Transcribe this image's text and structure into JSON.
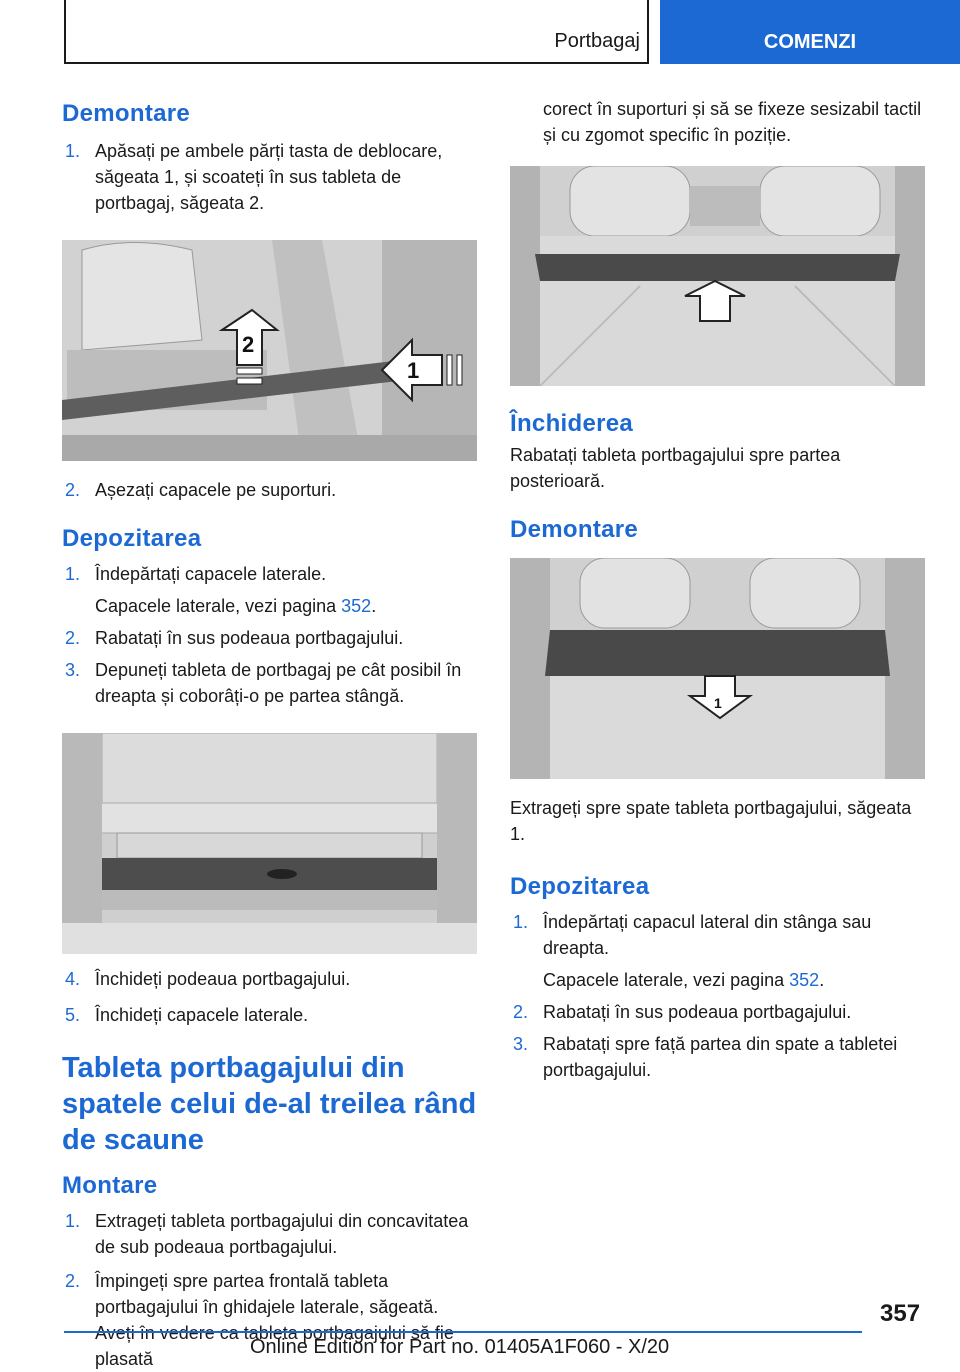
{
  "header": {
    "section": "Portbagaj",
    "tab": "COMENZI"
  },
  "left": {
    "h_demontare": "Demontare",
    "d1": "Apăsați pe ambele părți tasta de deblocare, săgeata 1, și scoateți în sus tableta de portbagaj, săgeata 2.",
    "d2": "Așezați capacele pe suporturi.",
    "h_depozitarea": "Depozitarea",
    "p1": "Îndepărtați capacele laterale.",
    "p1_sub": "Capacele laterale, vezi pagina ",
    "p1_link": "352",
    "p2": "Rabatați în sus podeaua portbagajului.",
    "p3": "Depuneți tableta de portbagaj pe cât posibil în dreapta și coborâți-o pe partea stângă.",
    "p4": "Închideți podeaua portbagajului.",
    "p5": "Închideți capacele laterale.",
    "h_tableta": "Tableta portbagajului din spatele celui de-al treilea rând de scaune",
    "h_montare": "Montare",
    "m1": "Extrageți tableta portbagajului din concavitatea de sub podeaua portbagajului.",
    "m2": "Împingeți spre partea frontală tableta portbagajului în ghidajele laterale, săgeată. Aveți în vedere ca tableta portbagajului să fie plasată"
  },
  "right": {
    "cont": "corect în suporturi și să se fixeze sesizabil tactil și cu zgomot specific în poziție.",
    "h_inchiderea": "Închiderea",
    "inch_text": "Rabatați tableta portbagajului spre partea posterioară.",
    "h_demontare": "Demontare",
    "dem_text": "Extrageți spre spate tableta portbagajului, săgeata 1.",
    "h_depozitarea": "Depozitarea",
    "r1": "Îndepărtați capacul lateral din stânga sau dreapta.",
    "r1_sub": "Capacele laterale, vezi pagina ",
    "r1_link": "352",
    "r2": "Rabatați în sus podeaua portbagajului.",
    "r3": "Rabatați spre față partea din spate a tabletei portbagajului."
  },
  "figures": {
    "fig1_label2": "2",
    "fig1_label1": "1",
    "fig4_label1": "1"
  },
  "nums": {
    "n1": "1.",
    "n2": "2.",
    "n3": "3.",
    "n4": "4.",
    "n5": "5."
  },
  "footer": {
    "page": "357",
    "edition": "Online Edition for Part no. 01405A1F060 - X/20"
  }
}
